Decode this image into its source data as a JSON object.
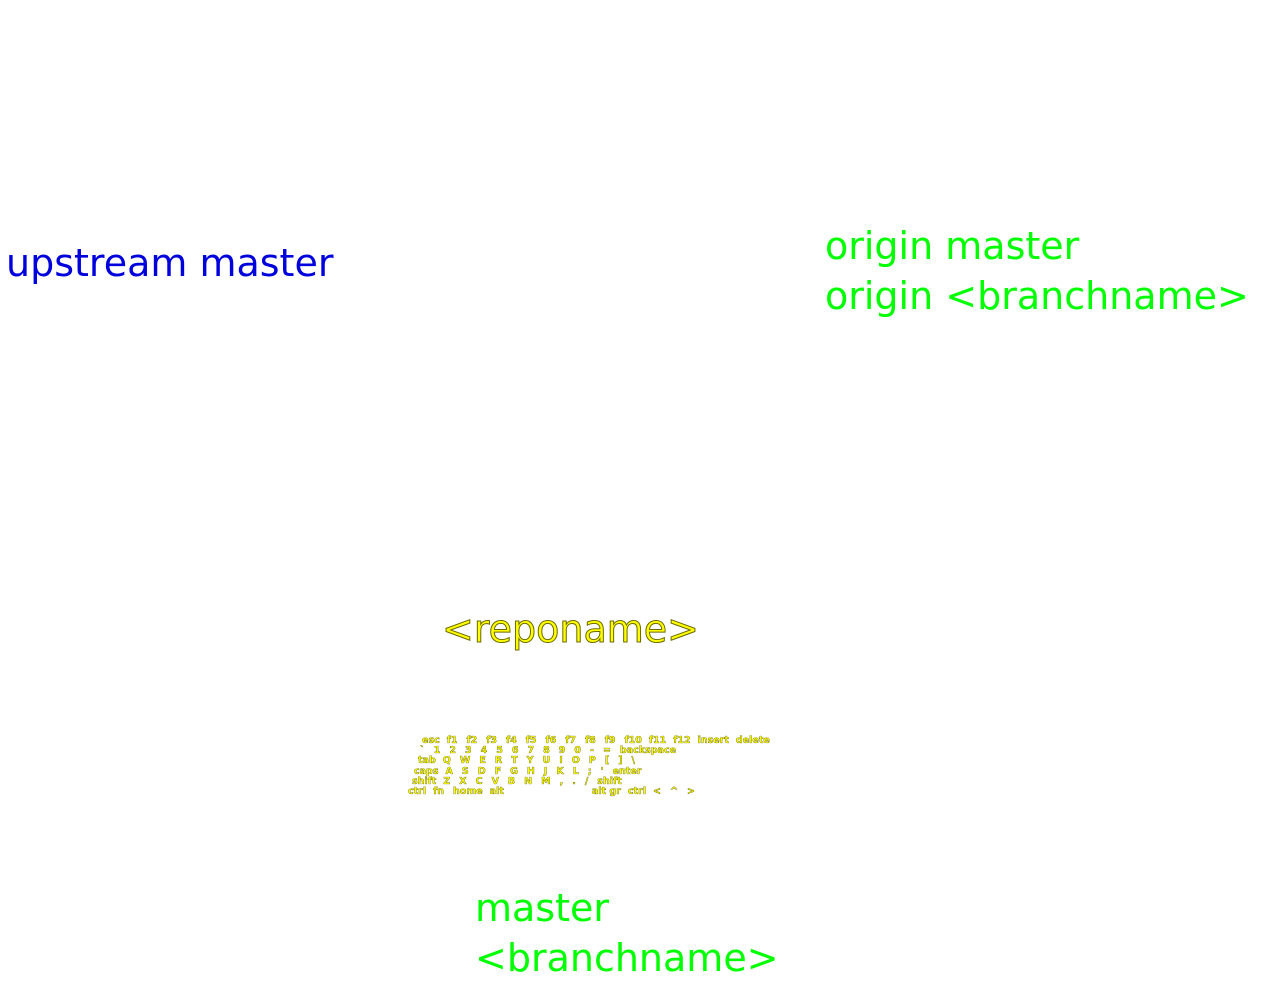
{
  "colors": {
    "upstream": "#0000dd",
    "origin": "#00ff00",
    "repo": "#ffff00",
    "local": "#00ff00",
    "keyboard": "#ffff00"
  },
  "upstream": {
    "label": "upstream master"
  },
  "origin": {
    "master_label": "origin master",
    "branch_label": "origin <branchname>"
  },
  "repo": {
    "label": "<reponame>"
  },
  "local": {
    "master_label": "master",
    "branch_label": "<branchname>"
  },
  "keyboard": {
    "icon": "keyboard-icon",
    "rows": [
      [
        "esc",
        "f1",
        "f2",
        "f3",
        "f4",
        "f5",
        "f6",
        "f7",
        "f8",
        "f9",
        "f10",
        "f11",
        "f12",
        "insert",
        "delete"
      ],
      [
        "`",
        "1",
        "2",
        "3",
        "4",
        "5",
        "6",
        "7",
        "8",
        "9",
        "0",
        "-",
        "=",
        "backspace"
      ],
      [
        "tab",
        "Q",
        "W",
        "E",
        "R",
        "T",
        "Y",
        "U",
        "I",
        "O",
        "P",
        "[",
        "]",
        "\\"
      ],
      [
        "caps",
        "A",
        "S",
        "D",
        "F",
        "G",
        "H",
        "J",
        "K",
        "L",
        ";",
        "'",
        "enter"
      ],
      [
        "shift",
        "Z",
        "X",
        "C",
        "V",
        "B",
        "N",
        "M",
        ",",
        ".",
        "/",
        "shift"
      ],
      [
        "ctrl",
        "fn",
        "home",
        "alt",
        "",
        "alt gr",
        "ctrl",
        "<",
        "^",
        ">"
      ]
    ]
  }
}
